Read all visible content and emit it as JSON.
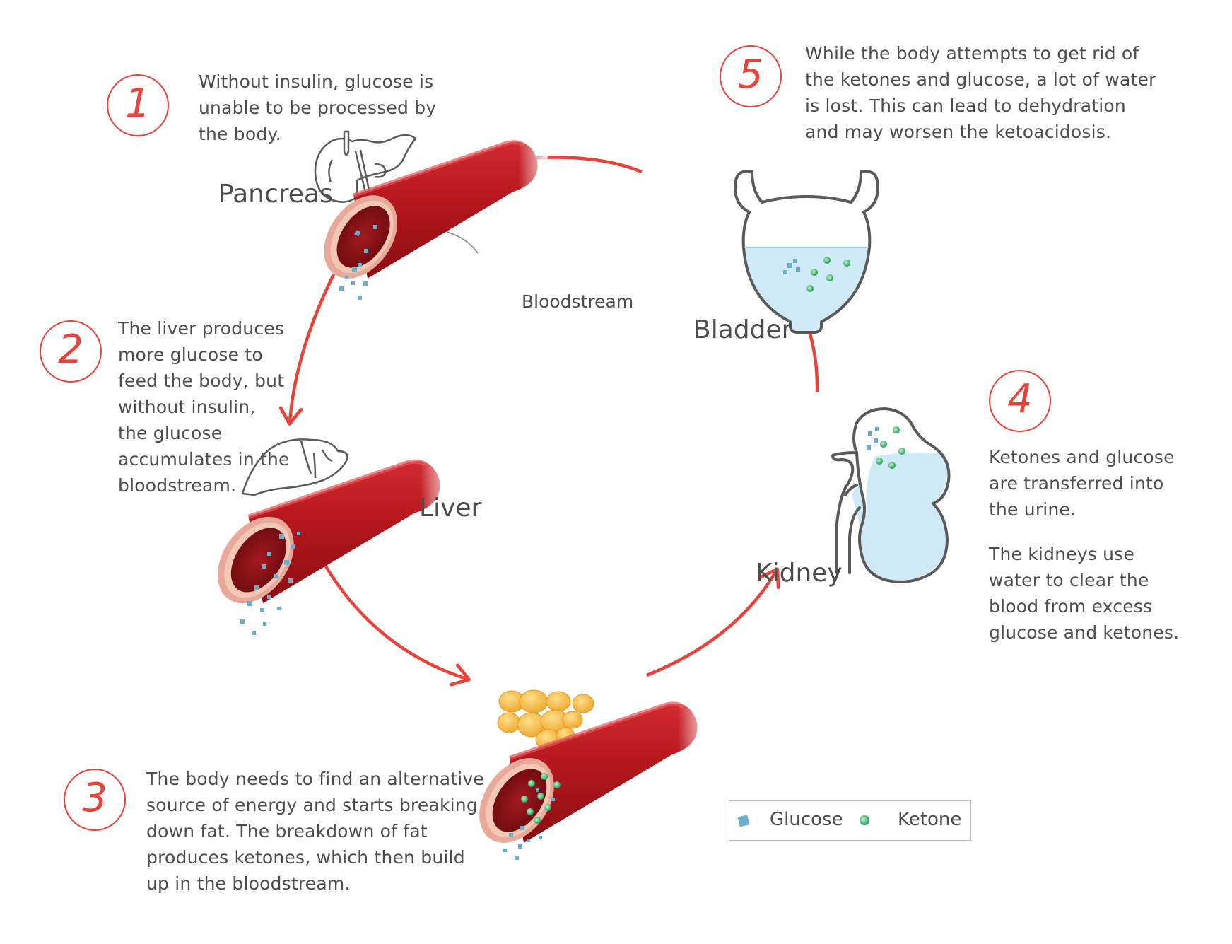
{
  "colors": {
    "accent": "#e8423a",
    "text": "#4d4d4d",
    "organ_outline": "#5a5a5a",
    "blood_vessel": "#b3161c",
    "fluid": "#cfeaf6",
    "glucose": "#6aaecb",
    "ketone": "#3ab36b",
    "fat": "#f4b63c"
  },
  "steps": [
    {
      "number": "1",
      "text": "Without insulin, glucose is\nunable to be processed by\nthe body."
    },
    {
      "number": "2",
      "text": "The liver produces\nmore glucose to\nfeed the body, but\nwithout insulin,\nthe glucose\naccumulates in the\nbloodstream."
    },
    {
      "number": "3",
      "text": "The body needs to find an alternative\nsource of energy and starts breaking\ndown fat. The breakdown of fat\nproduces ketones, which then build\nup in the bloodstream."
    },
    {
      "number": "4",
      "text": "Ketones and glucose\nare transferred into\nthe urine.",
      "text2": "The kidneys use\nwater to clear the\nblood from excess\nglucose and ketones."
    },
    {
      "number": "5",
      "text": "While the body attempts to get rid of\nthe ketones and glucose, a lot of water\nis lost. This can lead to dehydration\nand may worsen the ketoacidosis."
    }
  ],
  "organs": {
    "pancreas": "Pancreas",
    "liver": "Liver",
    "kidney": "Kidney",
    "bladder": "Bladder"
  },
  "bloodstream_label": "Bloodstream",
  "legend": {
    "glucose": "Glucose",
    "ketone": "Ketone"
  },
  "icons": [
    "pancreas-icon",
    "liver-icon",
    "kidney-icon",
    "bladder-icon",
    "fat-cells-icon",
    "blood-vessel-icon",
    "glucose-icon",
    "ketone-icon",
    "arrow-icon"
  ]
}
